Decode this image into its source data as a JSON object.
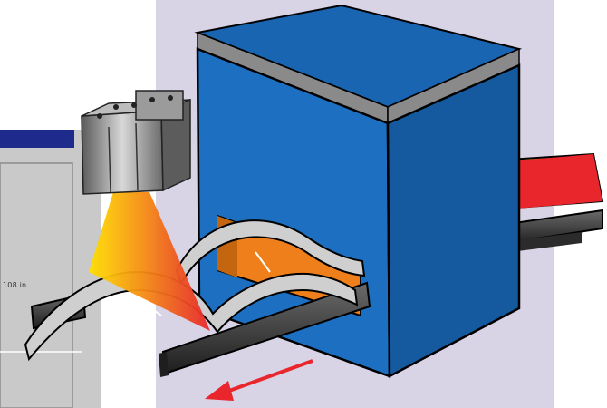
{
  "window": {
    "readout_text": "108 in"
  },
  "illustration": {
    "parts": [
      "background-window",
      "inspection-scanner",
      "scan-beam",
      "conveyor",
      "inspection-tunnel",
      "curved-panels",
      "motion-arrow"
    ],
    "icons": [
      "sensor-camera-icon",
      "direction-arrow-icon"
    ]
  },
  "colors": {
    "backdrop": "#d9d3e6",
    "window_title_bar": "#1e2a8c",
    "window_body": "#c9c9c9",
    "tunnel_front": "#1c6fc1",
    "tunnel_side": "#155a9e",
    "tunnel_top": "#1a65b2",
    "tunnel_trim": "#8a8a8a",
    "panel": "#cfcfcf",
    "conveyor_belt": "#ef7f1a",
    "conveyor_belt_accent": "#e8262b",
    "rail": "#2b2b2b",
    "beam_start": "#ffe000",
    "beam_end": "#e8262b",
    "arrow": "#e8262b"
  }
}
